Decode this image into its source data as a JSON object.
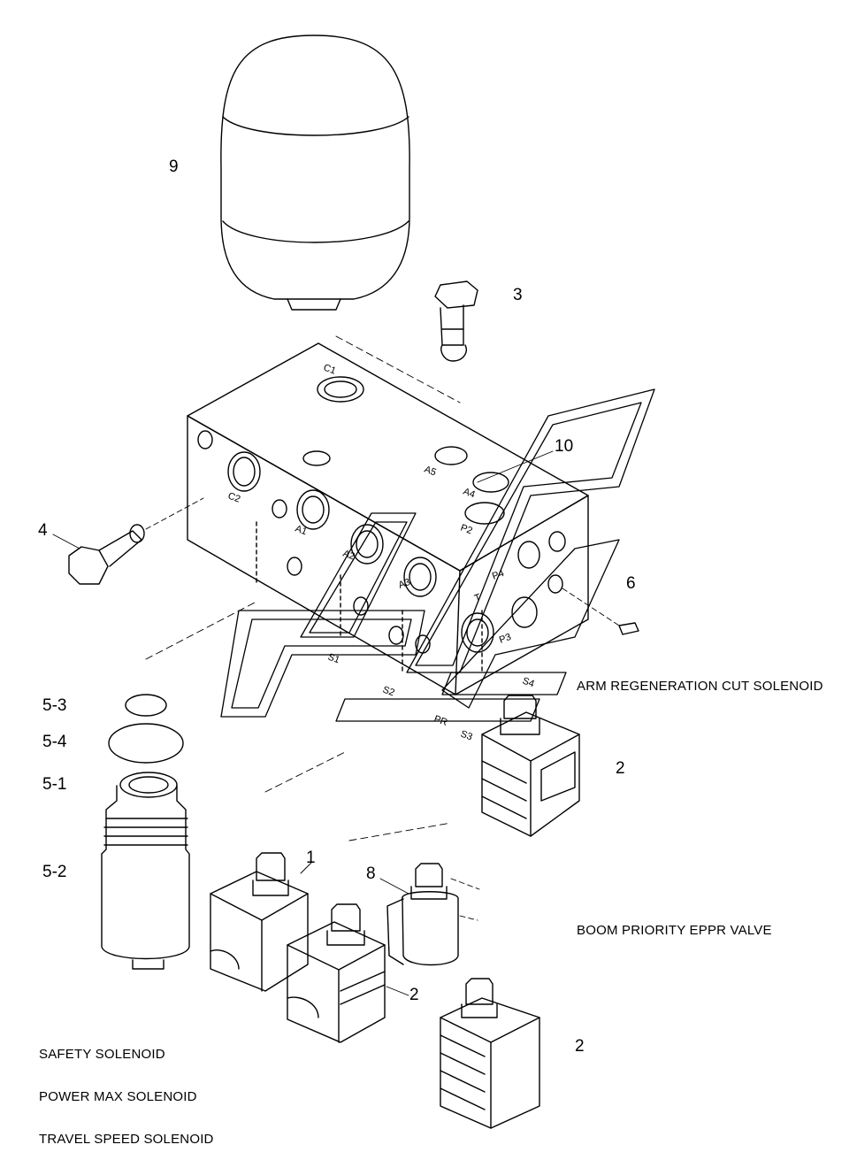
{
  "callouts": {
    "n9": "9",
    "n3": "3",
    "n10": "10",
    "n4": "4",
    "n6": "6",
    "n5_3": "5-3",
    "n5_4": "5-4",
    "n5_1": "5-1",
    "n5_2": "5-2",
    "n2_right": "2",
    "n1": "1",
    "n8": "8",
    "n2_mid": "2",
    "n2_bottom": "2"
  },
  "ports": {
    "C1": "C1",
    "C2": "C2",
    "A1": "A1",
    "A2": "A2",
    "A3": "A3",
    "A4": "A4",
    "A5": "A5",
    "P2": "P2",
    "P3": "P3",
    "P4": "P4",
    "T": "T",
    "S1": "S1",
    "S2": "S2",
    "S3": "S3",
    "S4": "S4",
    "PR": "PR"
  },
  "captions": {
    "arm_regeneration": "ARM REGENERATION CUT SOLENOID",
    "boom_priority": "BOOM PRIORITY EPPR VALVE",
    "safety": "SAFETY SOLENOID",
    "power_max": "POWER MAX SOLENOID",
    "travel_speed": "TRAVEL SPEED SOLENOID"
  }
}
